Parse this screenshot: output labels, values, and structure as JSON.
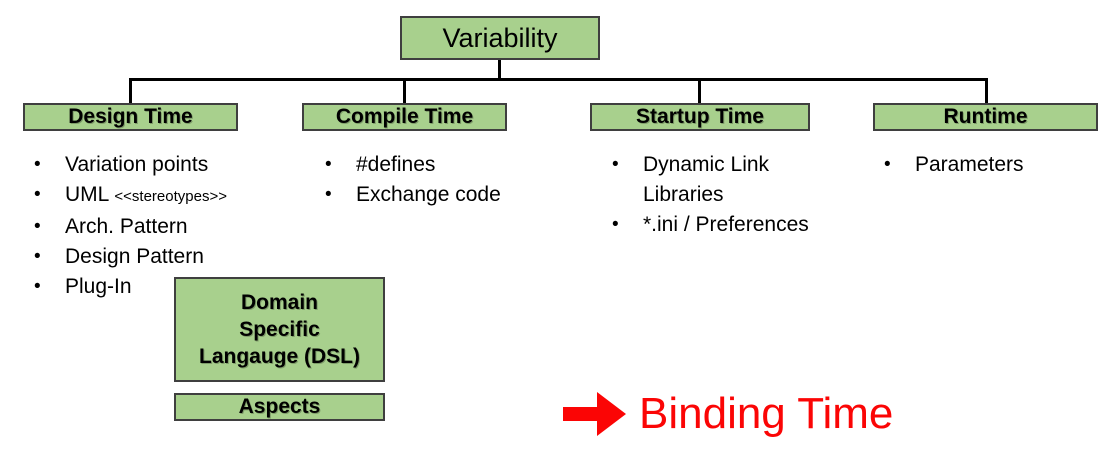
{
  "diagram": {
    "bullet_char": "•",
    "root_label": "Variability",
    "columns": [
      {
        "header": "Design Time",
        "items": [
          {
            "text": "Variation points"
          },
          {
            "text": "UML",
            "note": "<<stereotypes>>"
          },
          {
            "text": "Arch. Pattern"
          },
          {
            "text": "Design Pattern"
          },
          {
            "text": "Plug-In"
          }
        ]
      },
      {
        "header": "Compile Time",
        "items": [
          {
            "text": "#defines"
          },
          {
            "text": "Exchange code"
          }
        ]
      },
      {
        "header": "Startup Time",
        "items": [
          {
            "text": "Dynamic Link Libraries"
          },
          {
            "text": "*.ini / Preferences"
          }
        ]
      },
      {
        "header": "Runtime",
        "items": [
          {
            "text": "Parameters"
          }
        ]
      }
    ],
    "dsl_box": {
      "lines": [
        "Domain",
        "Specific",
        "Langauge (DSL)"
      ]
    },
    "aspects_box": {
      "label": "Aspects"
    },
    "annotation": {
      "label": "Binding Time",
      "icon": "right-arrow"
    },
    "colors": {
      "box_fill": "#a8d08d",
      "box_border": "#3f3f3f",
      "connector": "#000000",
      "annotation_red": "#fb0505"
    }
  }
}
